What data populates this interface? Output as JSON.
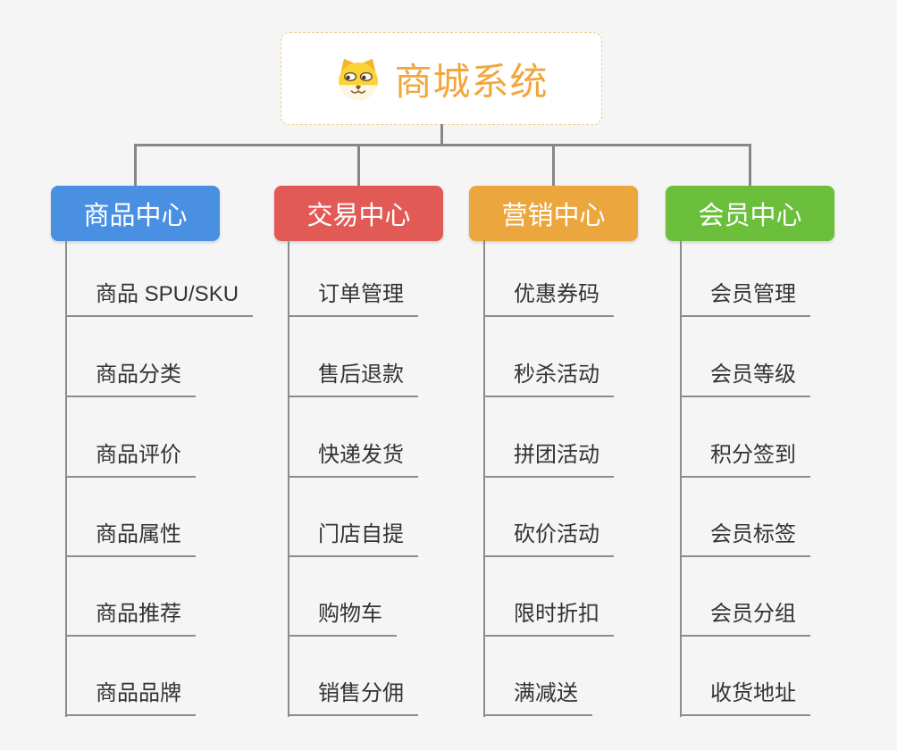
{
  "root": {
    "title": "商城系统",
    "icon": "shiba-dog-icon"
  },
  "branches": [
    {
      "id": "product-center",
      "label": "商品中心",
      "color": "#4a90e2",
      "items": [
        "商品 SPU/SKU",
        "商品分类",
        "商品评价",
        "商品属性",
        "商品推荐",
        "商品品牌"
      ]
    },
    {
      "id": "trade-center",
      "label": "交易中心",
      "color": "#e25a55",
      "items": [
        "订单管理",
        "售后退款",
        "快递发货",
        "门店自提",
        "购物车",
        "销售分佣"
      ]
    },
    {
      "id": "marketing-center",
      "label": "营销中心",
      "color": "#eca63e",
      "items": [
        "优惠券码",
        "秒杀活动",
        "拼团活动",
        "砍价活动",
        "限时折扣",
        "满减送"
      ]
    },
    {
      "id": "member-center",
      "label": "会员中心",
      "color": "#6bbf3b",
      "items": [
        "会员管理",
        "会员等级",
        "积分签到",
        "会员标签",
        "会员分组",
        "收货地址"
      ]
    }
  ],
  "colors": {
    "background": "#f5f5f5",
    "connector": "#878787",
    "underline": "#8c8c8c",
    "item_text": "#333333",
    "root_accent": "#f2a63c",
    "root_border": "#f0c98a",
    "branch_text": "#ffffff"
  }
}
